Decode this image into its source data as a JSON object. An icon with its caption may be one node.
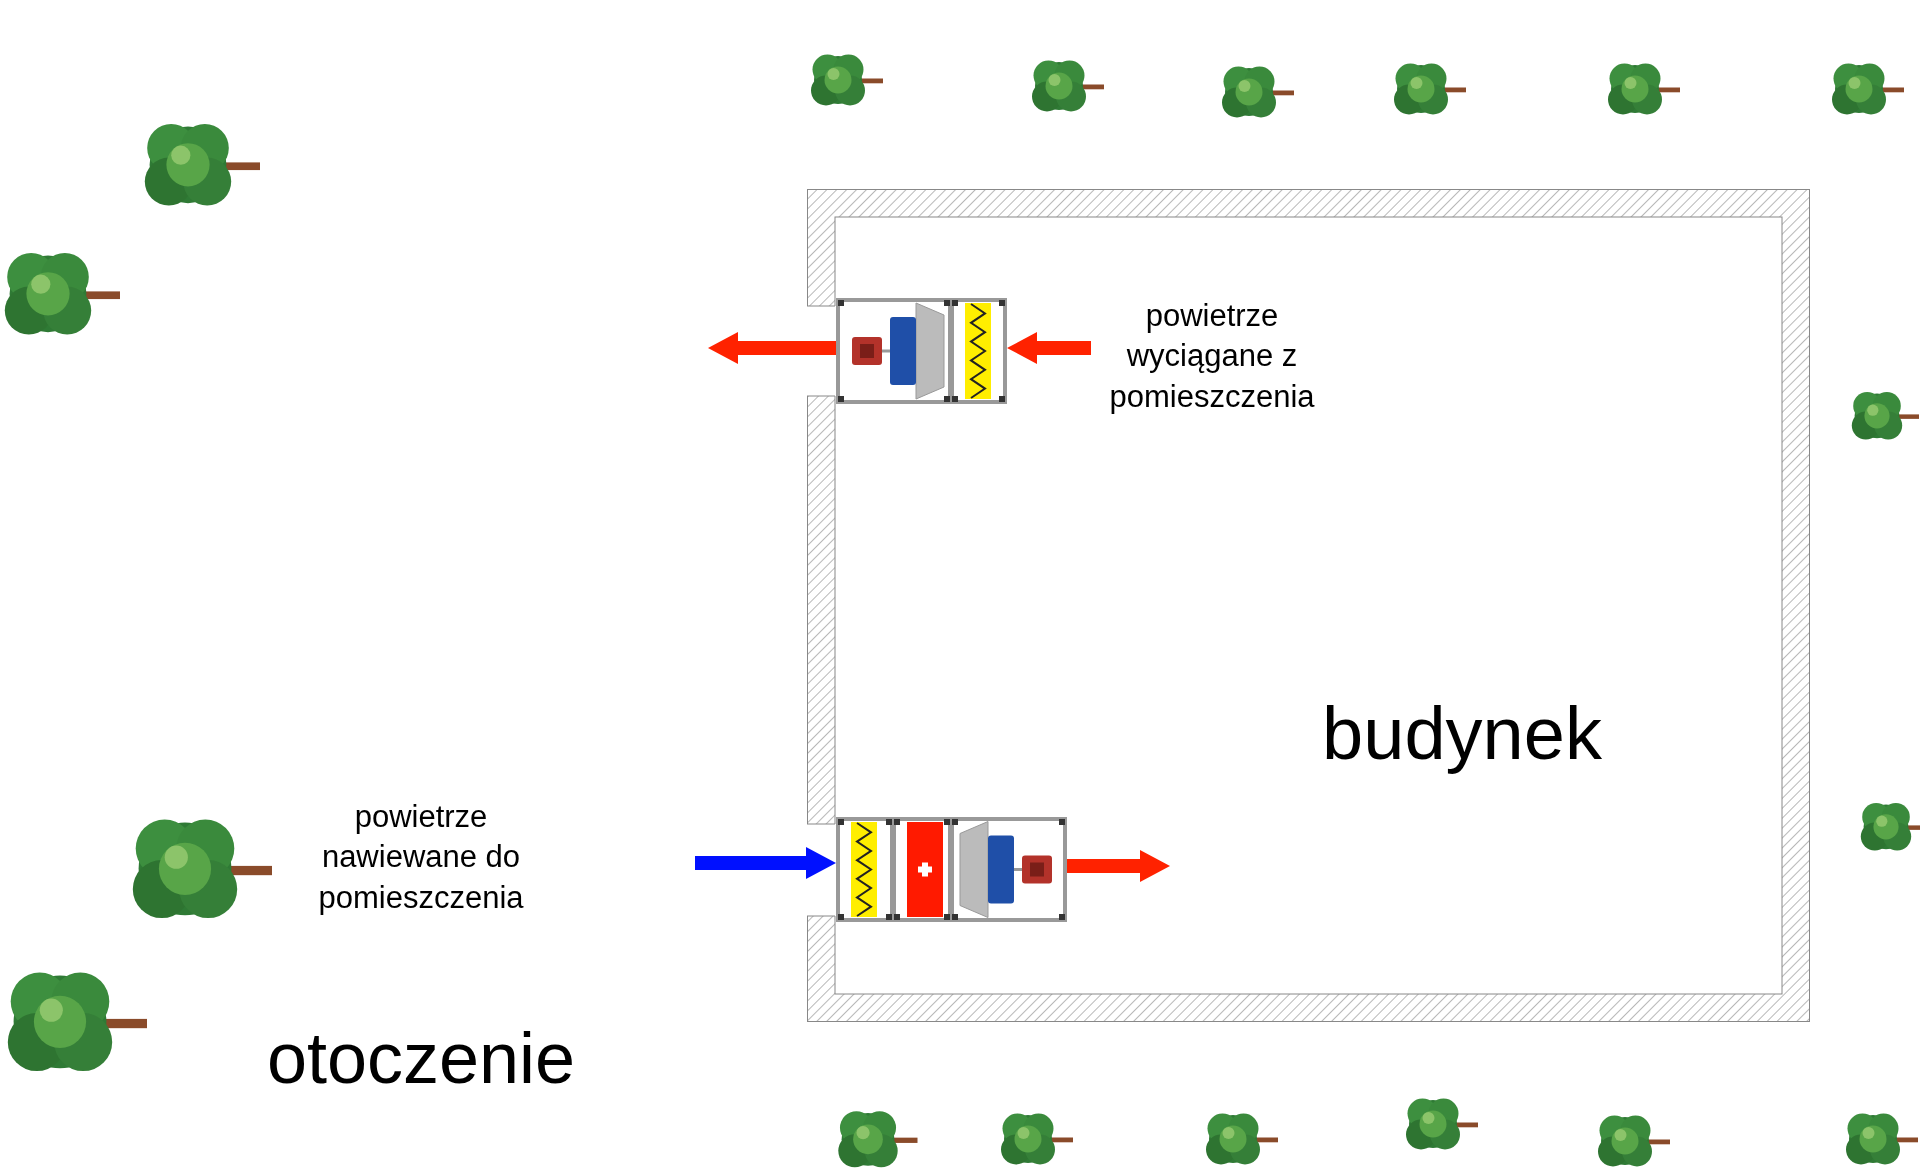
{
  "diagram": {
    "nodes": [
      {
        "text": [
          "budynek"
        ]
      },
      {
        "text": [],
        "shape": "picture",
        "in": 0
      },
      {
        "text": [],
        "shape": "picture",
        "in": 0
      }
    ],
    "edges": [
      {
        "from": null,
        "to": 1,
        "arrow": "to"
      },
      {
        "from": 1,
        "to": null,
        "arrow": "to"
      },
      {
        "from": null,
        "to": 2,
        "arrow": "to",
        "color": "#0010ff"
      },
      {
        "from": 2,
        "to": null,
        "arrow": "to"
      }
    ],
    "labels": [
      "powietrze wyciągane z pomieszczenia",
      "powietrze nawiewane do pomieszczenia",
      "otoczenie"
    ]
  }
}
